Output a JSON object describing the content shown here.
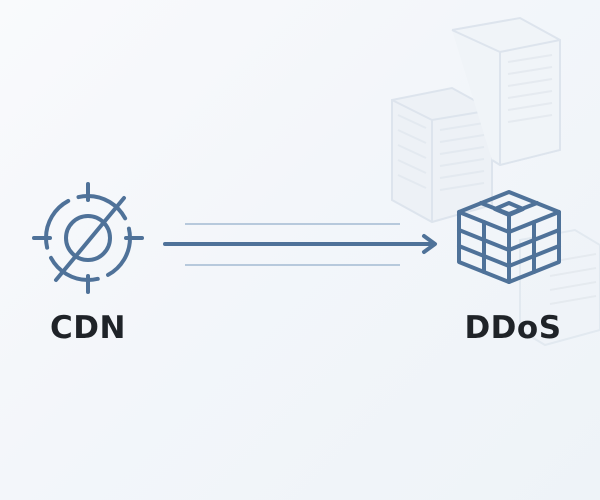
{
  "nodes": {
    "source": {
      "label": "CDN",
      "icon": "crosshair-slash-icon"
    },
    "target": {
      "label": "DDoS",
      "icon": "cube-grid-icon"
    }
  },
  "edge": {
    "from": "CDN",
    "to": "DDoS",
    "style": "arrow"
  },
  "colors": {
    "icon": "#4f7299",
    "arrow": "#4f7299",
    "guide_lines": "#b7c9dc",
    "label": "#1f2328",
    "background": "#f3f6fa",
    "decor": "#dbe3ec"
  }
}
